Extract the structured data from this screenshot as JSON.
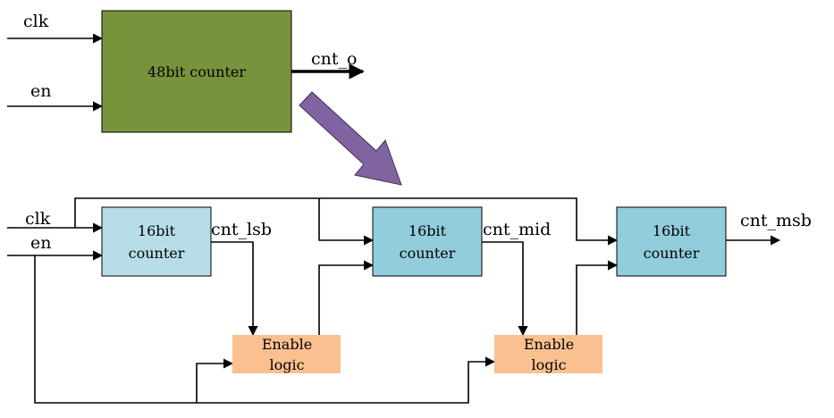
{
  "top": {
    "inputs": {
      "clk": "clk",
      "en": "en"
    },
    "counter": {
      "label": "48bit counter",
      "fill": "#77933c"
    },
    "output": "cnt_o"
  },
  "arrow_fill": "#8064a2",
  "bottom": {
    "inputs": {
      "clk": "clk",
      "en": "en"
    },
    "counters": [
      {
        "line1": "16bit",
        "line2": "counter",
        "fill": "#b7dde8"
      },
      {
        "line1": "16bit",
        "line2": "counter",
        "fill": "#92cddc"
      },
      {
        "line1": "16bit",
        "line2": "counter",
        "fill": "#92cddc"
      }
    ],
    "signals": {
      "lsb": "cnt_lsb",
      "mid": "cnt_mid",
      "msb": "cnt_msb"
    },
    "enable_blocks": [
      {
        "line1": "Enable",
        "line2": "logic",
        "fill": "#fac090"
      },
      {
        "line1": "Enable",
        "line2": "logic",
        "fill": "#fac090"
      }
    ]
  }
}
